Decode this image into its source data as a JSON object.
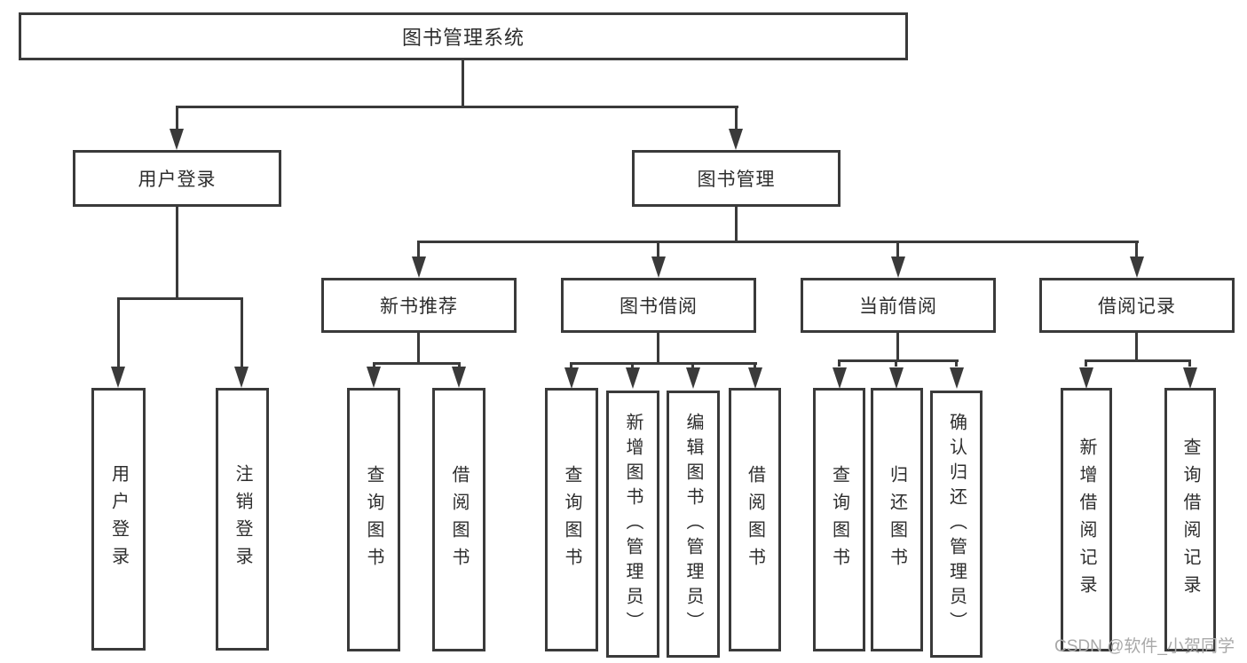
{
  "diagram": {
    "colors": {
      "line": "#3a3a3a",
      "text": "#2d2d2d",
      "watermark": "#a9a9a9",
      "background": "#ffffff"
    },
    "root": {
      "label": "图书管理系统"
    },
    "branches": [
      {
        "label": "用户登录",
        "children": [
          {
            "label": "用户登录"
          },
          {
            "label": "注销登录"
          }
        ]
      },
      {
        "label": "图书管理",
        "children": [
          {
            "label": "新书推荐",
            "children": [
              {
                "label": "查询图书"
              },
              {
                "label": "借阅图书"
              }
            ]
          },
          {
            "label": "图书借阅",
            "children": [
              {
                "label": "查询图书"
              },
              {
                "label": "新增图书（管理员）"
              },
              {
                "label": "编辑图书（管理员）"
              },
              {
                "label": "借阅图书"
              }
            ]
          },
          {
            "label": "当前借阅",
            "children": [
              {
                "label": "查询图书"
              },
              {
                "label": "归还图书"
              },
              {
                "label": "确认归还（管理员）"
              }
            ]
          },
          {
            "label": "借阅记录",
            "children": [
              {
                "label": "新增借阅记录"
              },
              {
                "label": "查询借阅记录"
              }
            ]
          }
        ]
      }
    ],
    "watermark": "CSDN @软件_小贺同学"
  }
}
